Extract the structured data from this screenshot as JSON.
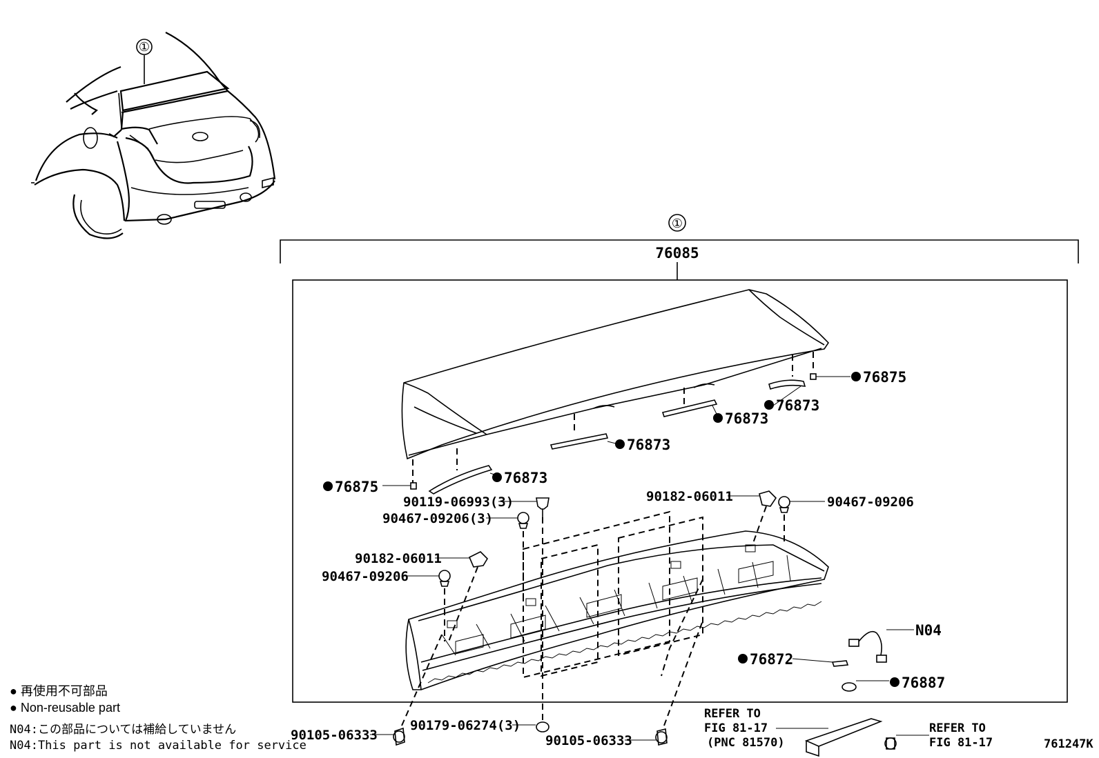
{
  "callout_number": "①",
  "assembly": "76085",
  "parts": {
    "p76875_right": "76875",
    "p76873_a": "76873",
    "p76873_b": "76873",
    "p76873_c": "76873",
    "p76875_left": "76875",
    "p76873_d": "76873",
    "p90119": "90119-06993(3)",
    "p90467_3": "90467-09206(3)",
    "p90182_left": "90182-06011",
    "p90467_left": "90467-09206",
    "p90182_right": "90182-06011",
    "p90467_right": "90467-09206",
    "pN04": "N04",
    "p76872": "76872",
    "p76887": "76887",
    "p90105_left": "90105-06333",
    "p90179": "90179-06274(3)",
    "p90105_mid": "90105-06333"
  },
  "refer_left": {
    "line1": "REFER TO",
    "line2": "FIG 81-17",
    "line3": "(PNC 81570)"
  },
  "refer_right": {
    "line1": "REFER TO",
    "line2": "FIG 81-17"
  },
  "legend": {
    "jp": "● 再使用不可部品",
    "en": "● Non-reusable part",
    "n04_jp": "N04:この部品については補給していません",
    "n04_en": "N04:This part is not available for service"
  },
  "diagram_code": "761247K"
}
